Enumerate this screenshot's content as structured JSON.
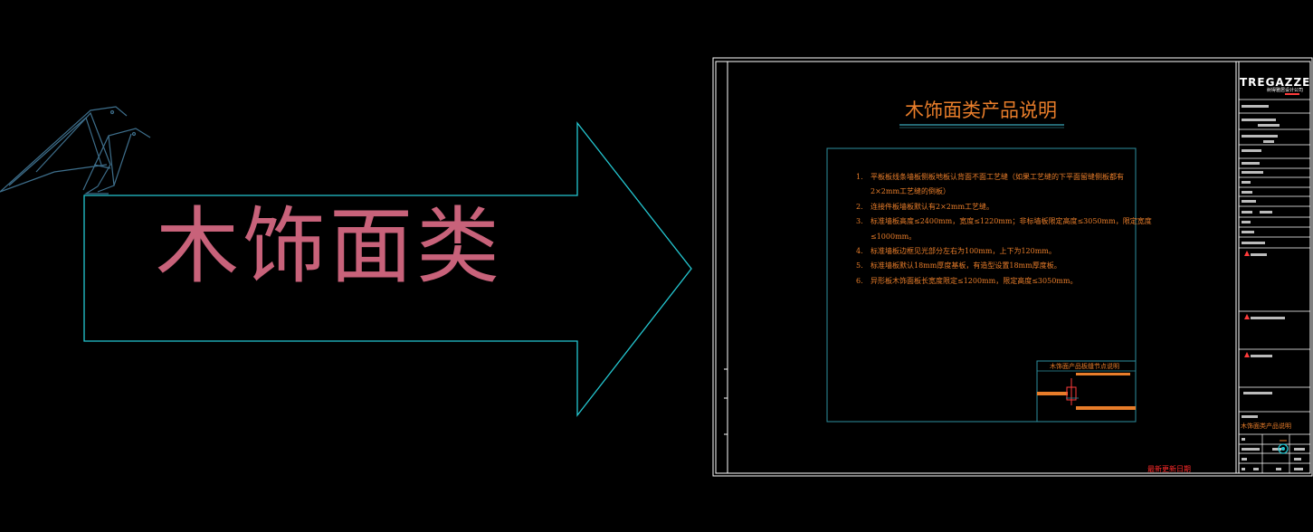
{
  "banner": {
    "title": "木饰面类"
  },
  "sheet": {
    "title": "木饰面类产品说明",
    "notes": [
      {
        "num": "1.",
        "text": "平板板线条墙板侧板地板认背面不面工艺缝（如果工艺缝的下平面留缝侧板都有"
      },
      {
        "num": "",
        "text": "2×2mm工艺缝的倒板）"
      },
      {
        "num": "2.",
        "text": "连接件板墙板默认有2×2mm工艺缝。"
      },
      {
        "num": "3.",
        "text": "标准墙板高度≤2400mm，宽度≤1220mm；非标墙板限定高度≤3050mm，限定宽度"
      },
      {
        "num": "",
        "text": "≤1000mm。"
      },
      {
        "num": "4.",
        "text": "标准墙板边框见光部分左右为100mm，上下为120mm。"
      },
      {
        "num": "5.",
        "text": "标准墙板默认18mm厚度基板，有造型设置18mm厚度板。"
      },
      {
        "num": "6.",
        "text": "异形板木饰面板长宽度限定≤1200mm，限定高度≤3050mm。"
      }
    ],
    "detail_caption": "木饰面产品板缝节点说明",
    "red_stamp": "最新更新日期"
  },
  "title_block": {
    "logo": "TREGAZZE",
    "logo_sub": "树得雅居设计公司",
    "drawing_name": "木饰面类产品说明"
  },
  "colors": {
    "arrow": "#24c7d1",
    "banner_text": "#c8627a",
    "sheet_text": "#e87d2a",
    "frame": "#ffffff",
    "notes_box": "#2e8fa0",
    "stamp": "#ff2a2a"
  }
}
